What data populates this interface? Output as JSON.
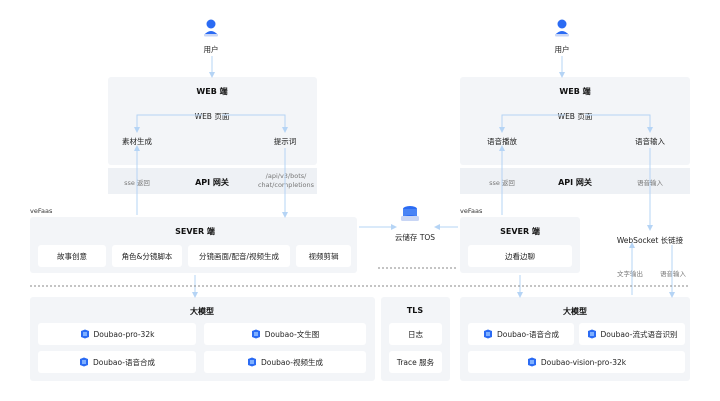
{
  "left": {
    "user_label": "用户",
    "web_title": "WEB 端",
    "web_page": "WEB 页面",
    "material_gen": "素材生成",
    "prompt_word": "提示词",
    "sse_return": "sse 返回",
    "api_gateway": "API 网关",
    "api_path_1": "/api/v3/bots/",
    "api_path_2": "chat/completions",
    "vefaas": "veFaas",
    "server_title": "SEVER 端",
    "server_items": [
      "故事创意",
      "角色&分镜脚本",
      "分镜画面/配音/视频生成",
      "视频剪辑"
    ],
    "model_title": "大模型",
    "models": [
      "Doubao-pro-32k",
      "Doubao-文生图",
      "Doubao-语音合成",
      "Doubao-视频生成"
    ]
  },
  "middle": {
    "storage": "云储存 TOS",
    "tls_title": "TLS",
    "tls_items": [
      "日志",
      "Trace 服务"
    ]
  },
  "right": {
    "user_label": "用户",
    "web_title": "WEB 端",
    "web_page": "WEB 页面",
    "voice_play": "语音播放",
    "voice_input": "语音输入",
    "sse_return": "sse 返回",
    "api_gateway": "API 网关",
    "voice_input_small": "语音输入",
    "vefaas": "veFaas",
    "server_title": "SEVER 端",
    "server_items": [
      "边看边聊"
    ],
    "websocket": "WebSocket 长链接",
    "text_output": "文字输出",
    "voice_input_2": "语音输入",
    "model_title": "大模型",
    "models": [
      "Doubao-语音合成",
      "Doubao-流式语音识别",
      "Doubao-vision-pro-32k"
    ]
  }
}
